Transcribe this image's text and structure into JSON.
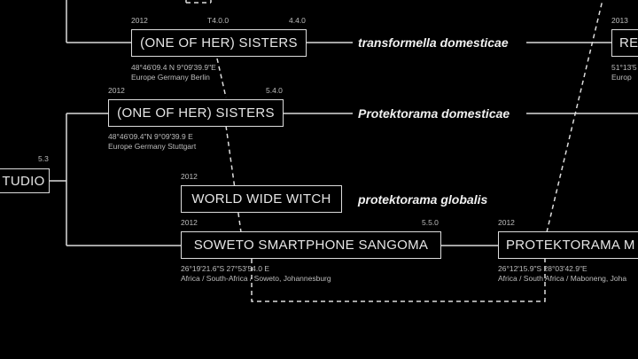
{
  "nodes": {
    "studio": {
      "label": "TUDIO",
      "version": "5.3"
    },
    "sisters_berlin": {
      "label": "(ONE OF HER) SISTERS",
      "year": "2012",
      "version_mid": "T4.0.0",
      "version": "4.4.0",
      "species": "transformella domesticae",
      "coord": "48°46'09.4 N 9°09'39.9\"E",
      "place": "Europe Germany Berlin"
    },
    "sisters_stuttgart": {
      "label": "(ONE OF HER) SISTERS",
      "year": "2012",
      "version": "5.4.0",
      "species": "Protektorama domesticae",
      "coord": "48°46'09.4\"N 9°09'39.9 E",
      "place": "Europe Germany Stuttgart"
    },
    "witch": {
      "label": "WORLD WIDE WITCH",
      "year": "2012",
      "species": "protektorama globalis"
    },
    "sangoma": {
      "label": "SOWETO SMARTPHONE SANGOMA",
      "year": "2012",
      "version": "5.5.0",
      "coord": "26°19'21.6\"S 27°53'54.0 E",
      "place": "Africa / South-Africa / Soweto, Johannesburg"
    },
    "protektorama": {
      "label": "PROTEKTORAMA M",
      "year": "2012",
      "coord": "26°12'15.9\"S 28°03'42.9\"E",
      "place": "Africa / South Africa / Maboneng, Joha"
    },
    "re": {
      "label": "RE",
      "year": "2013",
      "coord": "51°13'5",
      "place": "Europ"
    }
  },
  "colors": {
    "background": "#000000",
    "line": "#dcdcdc"
  }
}
